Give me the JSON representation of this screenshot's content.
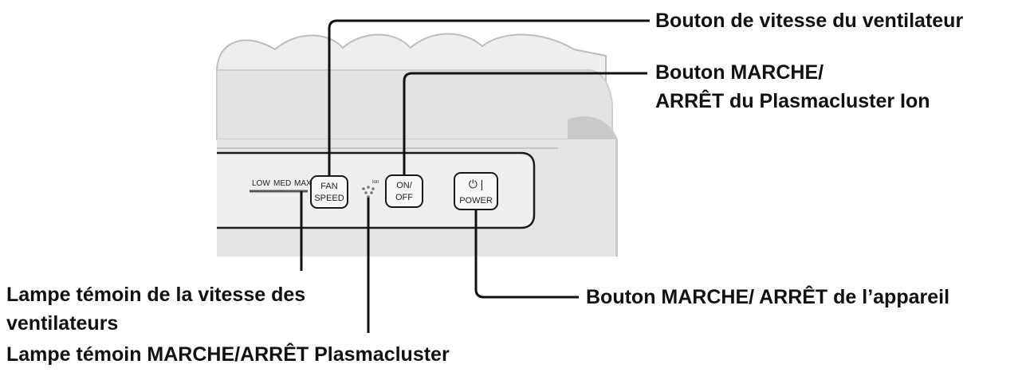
{
  "panel": {
    "speed_low": "LOW",
    "speed_med": "MED",
    "speed_max": "MAX",
    "fan_button_line1": "FAN",
    "fan_button_line2": "SPEED",
    "ion_indicator_label": "Ion",
    "onoff_button_line1": "ON/",
    "onoff_button_line2": "OFF",
    "power_symbol": "⏻ |",
    "power_button_label": "POWER"
  },
  "callouts": {
    "fan_speed_button": "Bouton de vitesse du ventilateur",
    "ion_button_line1": "Bouton MARCHE/",
    "ion_button_line2": "ARRÊT du Plasmacluster Ion",
    "power_button": "Bouton MARCHE/ ARRÊT de l’appareil",
    "fan_lamp_line1": "Lampe témoin de la vitesse des",
    "fan_lamp_line2": "ventilateurs",
    "ion_lamp": "Lampe témoin MARCHE/ARRÊT Plasmacluster"
  },
  "colors": {
    "device_body": "#e6e6e6",
    "device_shadow": "#c8c8c8",
    "outline": "#1a1a1a",
    "leader_line": "#111111"
  }
}
